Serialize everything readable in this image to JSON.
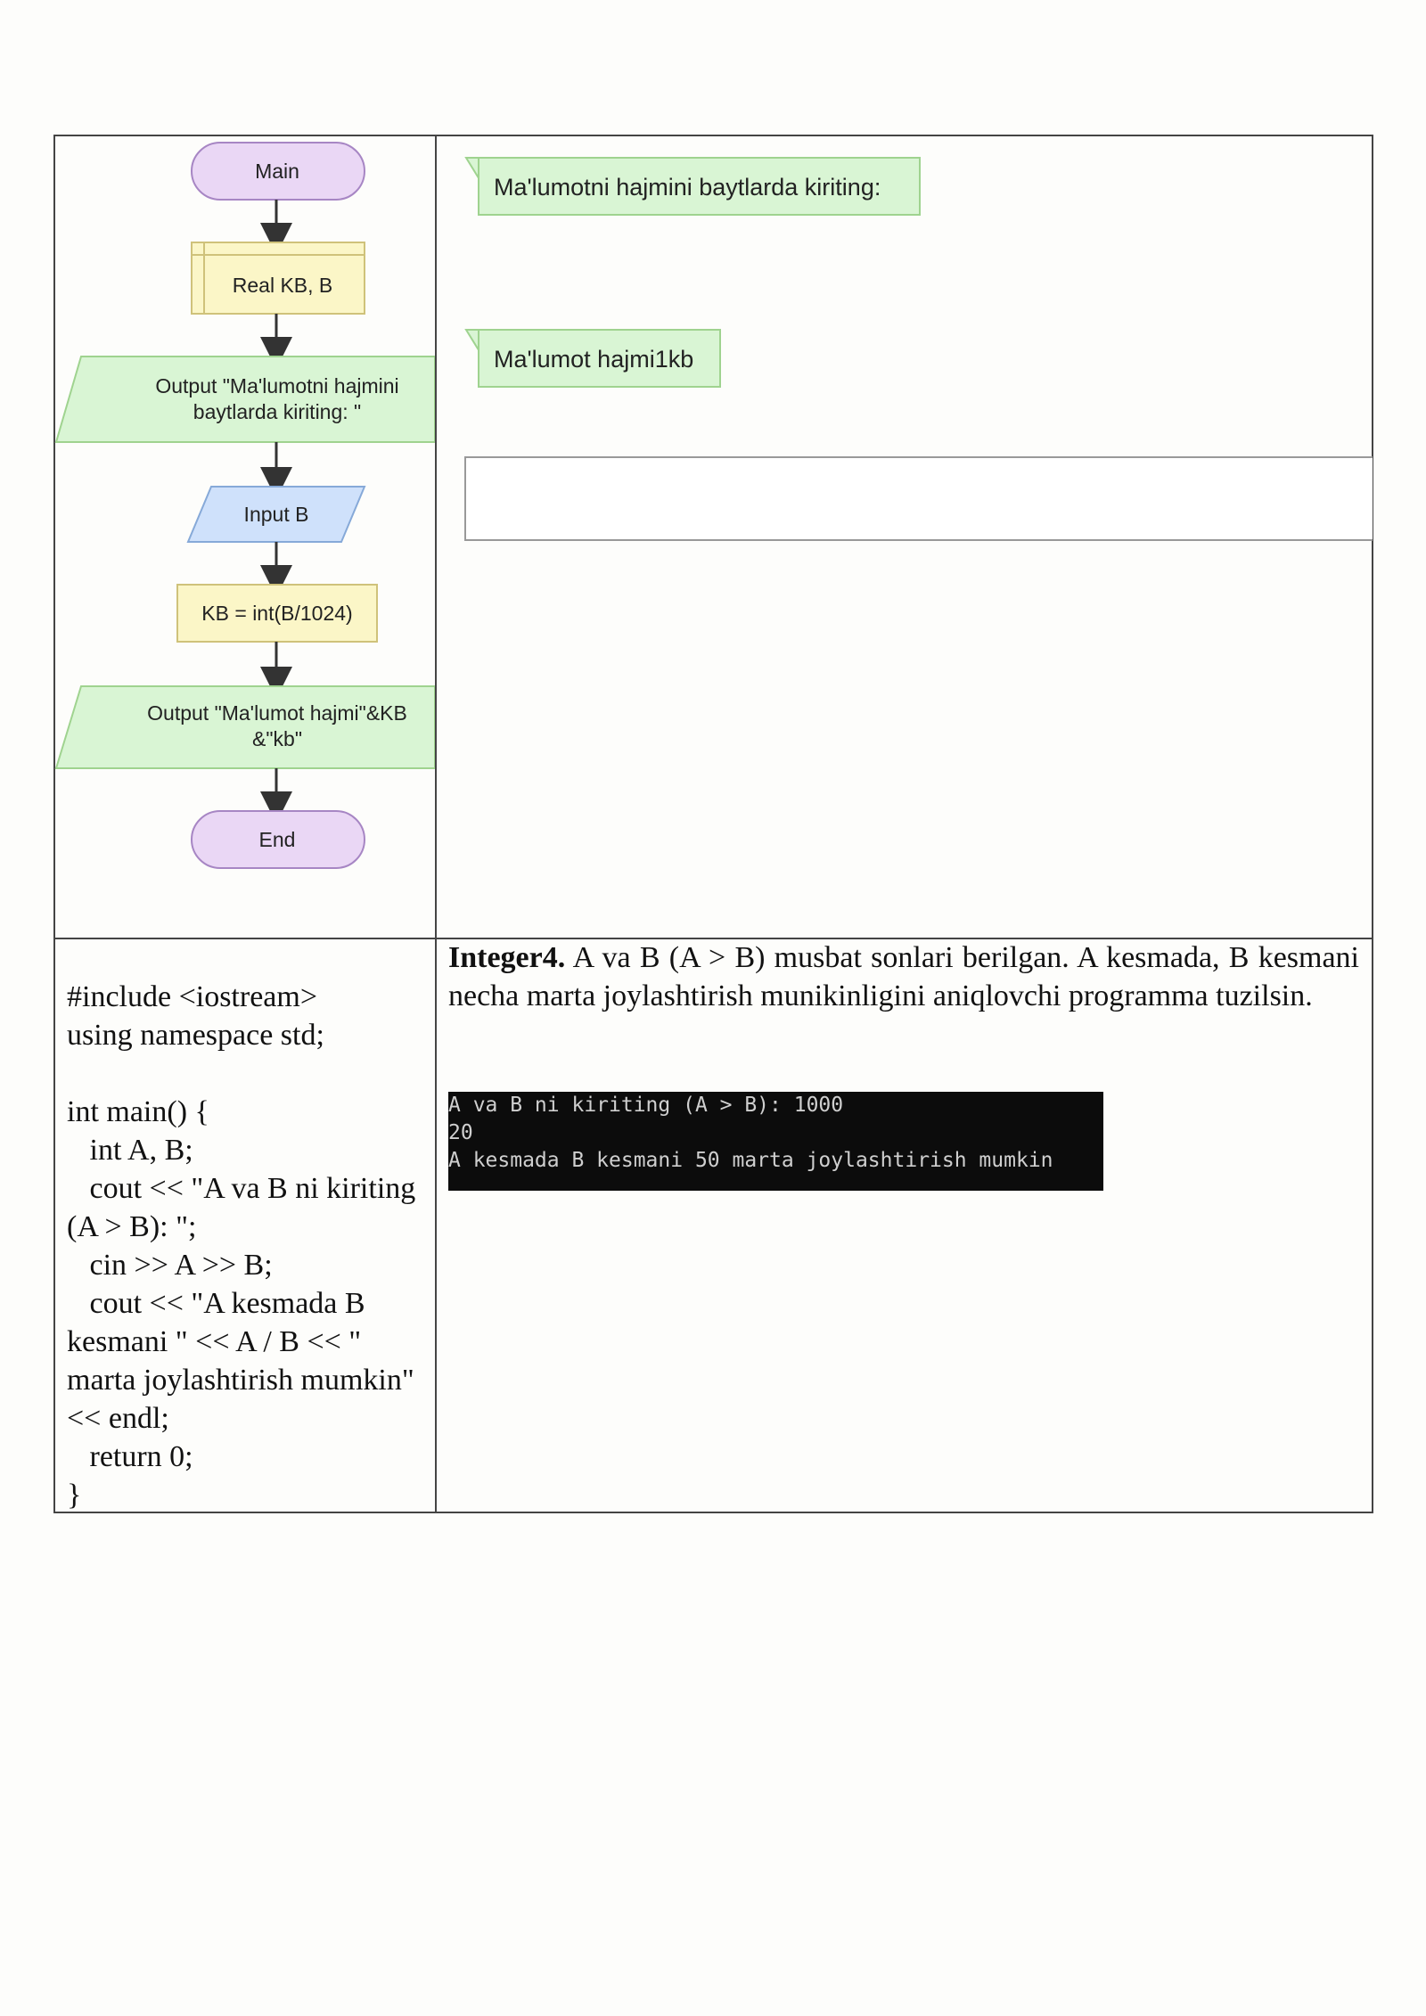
{
  "flowchart": {
    "start": "Main",
    "declare": "Real KB, B",
    "output1_line1": "Output \"Ma'lumotni hajmini",
    "output1_line2": "baytlarda kiriting: \"",
    "input": "Input B",
    "assign": "KB = int(B/1024)",
    "output2_line1": "Output \"Ma'lumot hajmi\"&KB",
    "output2_line2": "&\"kb\"",
    "end": "End"
  },
  "run_panel": {
    "prompt_message": "Ma'lumotni hajmini baytlarda kiriting:",
    "result_message": "Ma'lumot hajmi1kb",
    "input_value": ""
  },
  "code": "#include <iostream>\nusing namespace std;\n\nint main() {\n   int A, B;\n   cout << \"A va B ni kiriting (A > B): \";\n   cin >> A >> B;\n   cout << \"A kesmada B kesmani \" << A / B << \" marta joylashtirish mumkin\" << endl;\n   return 0;\n}",
  "task": {
    "title": "Integer4.",
    "text": "A va B (A > B) musbat sonlari berilgan. A kesmada, B kesmani necha marta joylashtirish munikinligini aniqlovchi programma tuzilsin."
  },
  "console": {
    "line1": "A va B ni kiriting (A > B): 1000",
    "line2": "20",
    "line3": "A kesmada B kesmani 50 marta joylashtirish mumkin"
  }
}
